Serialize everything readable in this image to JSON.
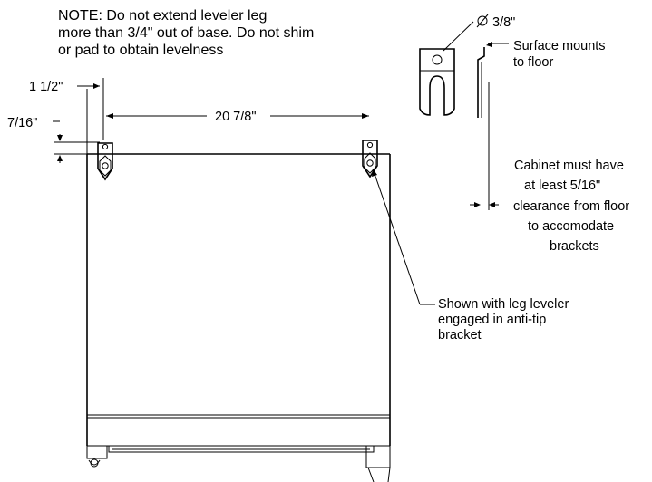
{
  "note": {
    "line1": "NOTE: Do not extend leveler leg",
    "line2": "more than 3/4\" out of base.  Do not shim",
    "line3": "or pad to obtain levelness"
  },
  "dimensions": {
    "offset_left": "1 1/2\"",
    "offset_top": "7/16\"",
    "bracket_spacing": "20 7/8\""
  },
  "detail": {
    "hole_diameter": "3/8\"",
    "surface_line1": "Surface mounts",
    "surface_line2": "to floor",
    "clearance_line1": "Cabinet must have",
    "clearance_line2": "at least 5/16\"",
    "clearance_line3": "clearance from floor",
    "clearance_line4": "to accomodate",
    "clearance_line5": "brackets"
  },
  "callout": {
    "line1": "Shown with leg leveler",
    "line2": "engaged in anti-tip",
    "line3": "bracket"
  }
}
